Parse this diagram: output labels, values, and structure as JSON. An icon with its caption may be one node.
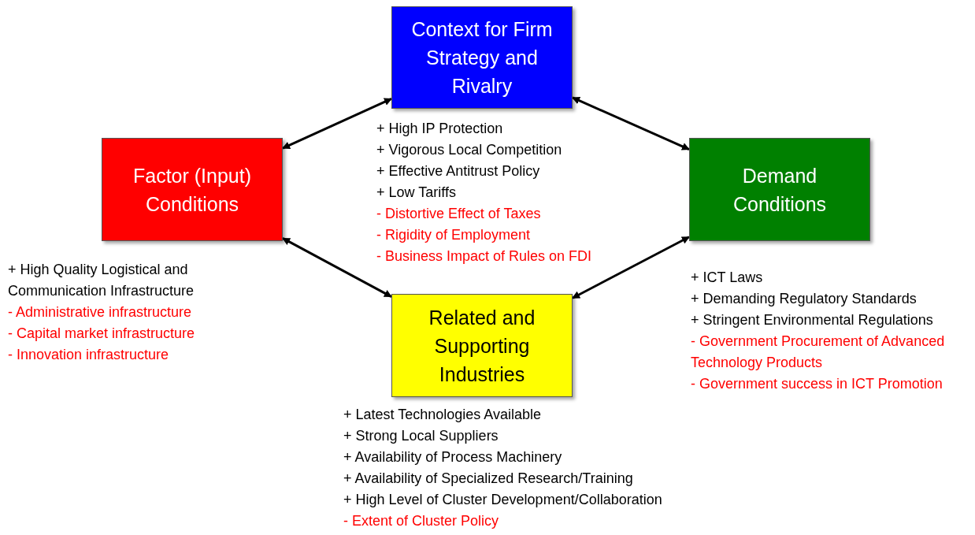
{
  "diagram": {
    "nodes": [
      {
        "text": [
          "Context for Firm Strategy and Rivalry"
        ]
      },
      {
        "text": [
          "Factor (Input) Conditions"
        ]
      },
      {
        "text": [
          "Demand Conditions"
        ]
      },
      {
        "text": [
          "Related and Supporting Industries"
        ]
      }
    ],
    "edges": [
      {
        "from": 0,
        "to": 1,
        "arrow": "both"
      },
      {
        "from": 0,
        "to": 2,
        "arrow": "both"
      },
      {
        "from": 1,
        "to": 3,
        "arrow": "both"
      },
      {
        "from": 2,
        "to": 3,
        "arrow": "both"
      }
    ],
    "labels": [
      "+ High IP Protection",
      "+ Vigorous Local Competition",
      "+ Effective Antitrust Policy",
      "+ Low Tariffs",
      "- Distortive Effect of Taxes",
      "- Rigidity of Employment",
      "- Business Impact of Rules on FDI",
      "+ High Quality Logistical and Communication Infrastructure",
      "- Administrative infrastructure",
      "- Capital market infrastructure",
      "- Innovation infrastructure",
      "+ ICT Laws",
      "+ Demanding Regulatory Standards",
      "+ Stringent Environmental Regulations",
      "- Government Procurement of Advanced Technology Products",
      "- Government success in ICT Promotion",
      "+ Latest Technologies Available",
      "+ Strong Local Suppliers",
      "+ Availability of Process Machinery",
      "+ Availability of Specialized Research/Training",
      "+ High Level of Cluster Development/Collaboration",
      "- Extent of Cluster Policy"
    ]
  }
}
